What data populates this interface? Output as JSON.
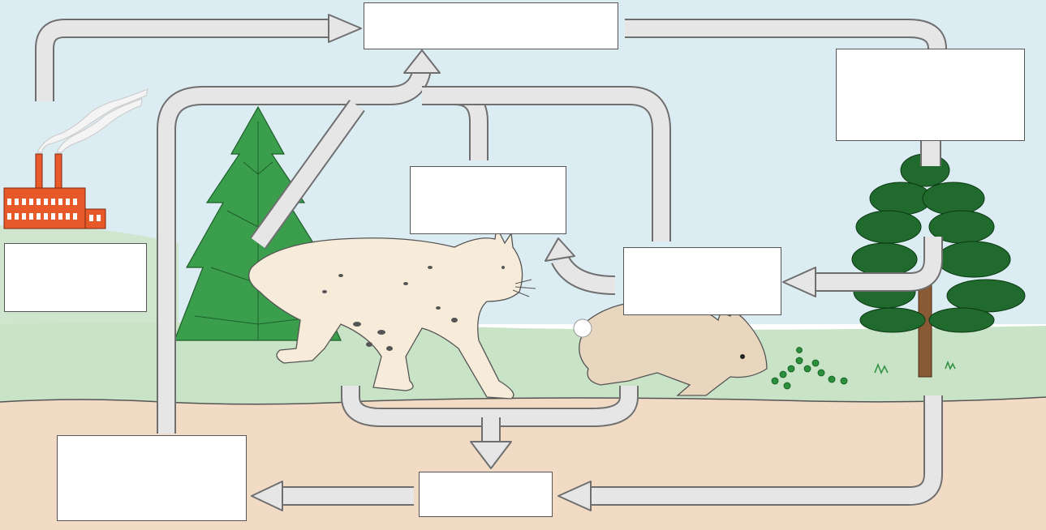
{
  "diagram": {
    "boxes": [
      {
        "id": "box-top",
        "label": ""
      },
      {
        "id": "box-right-top",
        "label": ""
      },
      {
        "id": "box-center",
        "label": ""
      },
      {
        "id": "box-left",
        "label": ""
      },
      {
        "id": "box-right-middle",
        "label": ""
      },
      {
        "id": "box-bottom-left",
        "label": ""
      },
      {
        "id": "box-bottom-center",
        "label": ""
      }
    ],
    "colors": {
      "sky": "#dcecf3",
      "grass": "#c9e3c7",
      "soil": "#f1dbc5",
      "arrow_fill": "#e6e6e6",
      "arrow_stroke": "#6f6f6f",
      "factory": "#e8592a",
      "pine": "#3a9e4c",
      "tree": "#1f6a2c",
      "lynx": "#f7ecd9",
      "rabbit": "#e9d6bf"
    },
    "icons": [
      "factory-icon",
      "smoke-icon",
      "pine-tree-icon",
      "tree-icon",
      "lynx-icon",
      "rabbit-icon",
      "plant-icon"
    ]
  }
}
